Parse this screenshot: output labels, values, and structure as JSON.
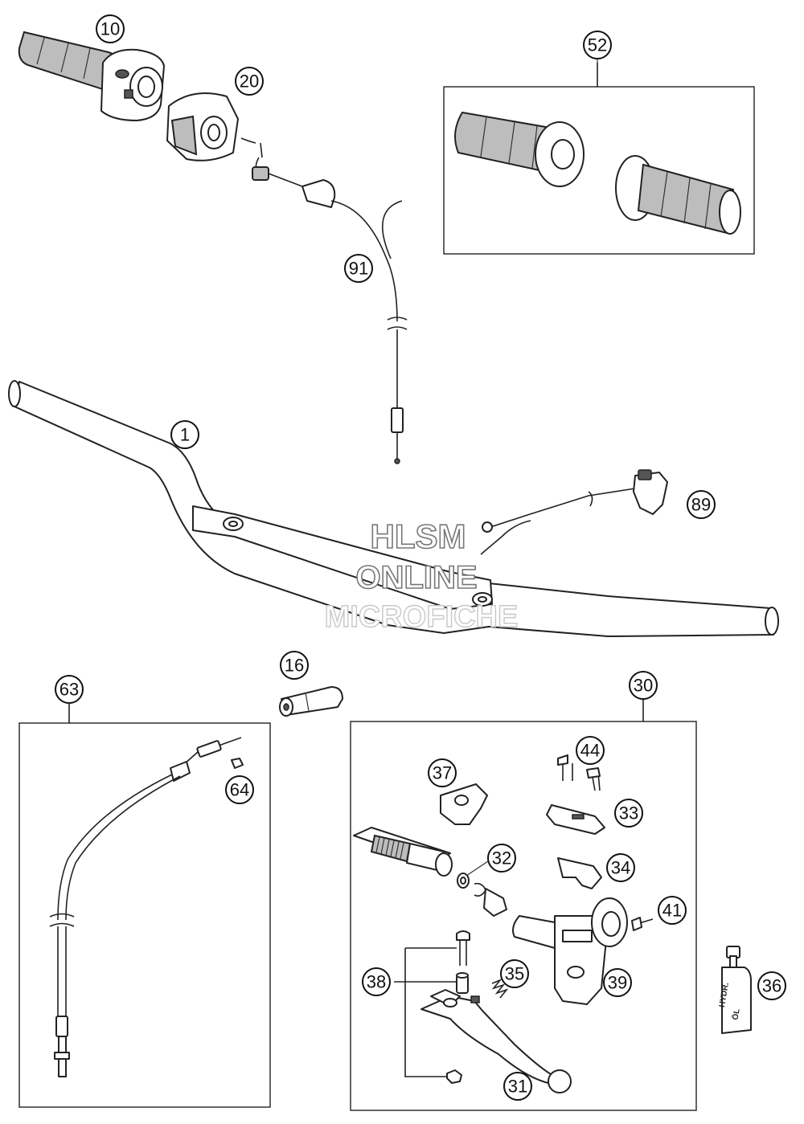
{
  "callouts": {
    "c1": "1",
    "c10": "10",
    "c16": "16",
    "c20": "20",
    "c30": "30",
    "c31": "31",
    "c32": "32",
    "c33": "33",
    "c34": "34",
    "c35": "35",
    "c36": "36",
    "c37": "37",
    "c38": "38",
    "c39": "39",
    "c41": "41",
    "c44": "44",
    "c52": "52",
    "c63": "63",
    "c64": "64",
    "c89": "89",
    "c91": "91"
  },
  "watermark": {
    "line1": "HLSM",
    "line2": "ONLINE",
    "line3": "MICROFICHE"
  },
  "bottle": {
    "line1": "HYDR.",
    "line2": "ÖL"
  }
}
